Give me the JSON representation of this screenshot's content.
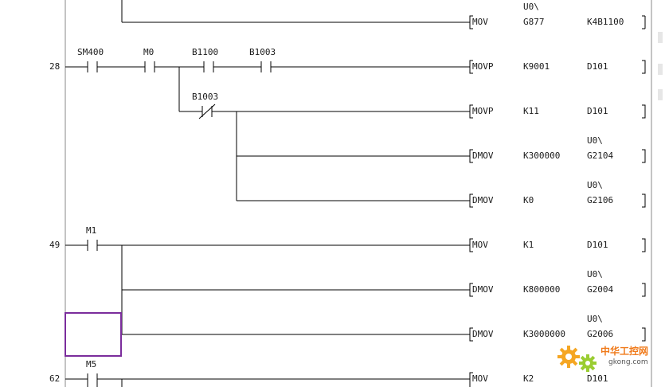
{
  "rungs": [
    {
      "step": "",
      "contacts": [],
      "outputs": [
        {
          "instr": "MOV",
          "op1": "G877",
          "op1_prefix": "U0\\",
          "op2": "K4B1100"
        }
      ]
    },
    {
      "step": "28",
      "contacts": [
        {
          "device": "SM400",
          "type": "NO"
        },
        {
          "device": "M0",
          "type": "NO"
        },
        {
          "device": "B1100",
          "type": "NO"
        },
        {
          "device": "B1003",
          "type": "NO"
        },
        {
          "device": "B1003",
          "type": "NC"
        }
      ],
      "outputs": [
        {
          "instr": "MOVP",
          "op1": "K9001",
          "op2": "D101"
        },
        {
          "instr": "MOVP",
          "op1": "K11",
          "op2": "D101"
        },
        {
          "instr": "DMOV",
          "op1": "K300000",
          "op2_prefix": "U0\\",
          "op2": "G2104"
        },
        {
          "instr": "DMOV",
          "op1": "K0",
          "op2_prefix": "U0\\",
          "op2": "G2106"
        }
      ]
    },
    {
      "step": "49",
      "contacts": [
        {
          "device": "M1",
          "type": "NO"
        }
      ],
      "outputs": [
        {
          "instr": "MOV",
          "op1": "K1",
          "op2": "D101"
        },
        {
          "instr": "DMOV",
          "op1": "K800000",
          "op2_prefix": "U0\\",
          "op2": "G2004"
        },
        {
          "instr": "DMOV",
          "op1": "K3000000",
          "op2_prefix": "U0\\",
          "op2": "G2006"
        }
      ]
    },
    {
      "step": "62",
      "contacts": [
        {
          "device": "M5",
          "type": "NO"
        }
      ],
      "outputs": [
        {
          "instr": "MOV",
          "op1": "K2",
          "op2": "D101"
        }
      ]
    }
  ],
  "colors": {
    "wire": "#000000",
    "cursor": "#7b2d9c",
    "rail": "#888888",
    "watermark": "#f07a1a"
  },
  "watermark": {
    "brand": "中华工控网",
    "url": "gkong.com",
    "icon": "gear-icon"
  }
}
